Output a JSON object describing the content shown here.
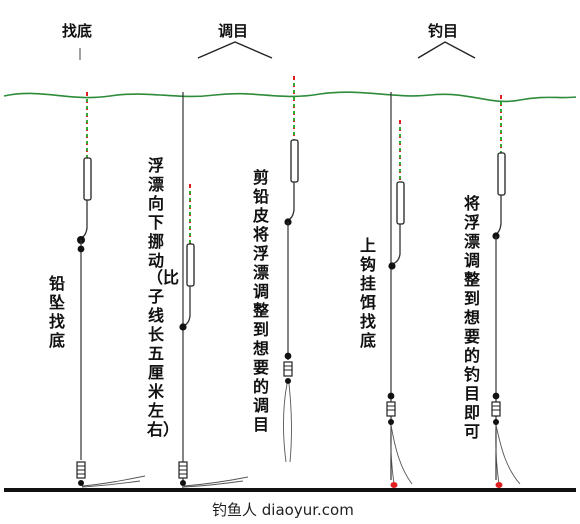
{
  "headers": {
    "find_bottom": "找底",
    "adjust_target": "调目",
    "fishing_target": "钓目"
  },
  "notes": {
    "sinker_find_bottom": "铅坠找底",
    "float_move_down": "浮漂向下挪动",
    "float_move_paren": "（比子线长五厘米左右）",
    "trim_lead": "剪铅皮将浮漂调整到想要的调目",
    "bait_find_bottom": "上钩挂饵找底",
    "adjust_to_target": "将浮漂调整到想要的钓目即可"
  },
  "watermark": "钓鱼人 diaoyur.com",
  "colors": {
    "water": "#2e8b3a",
    "float_red": "#e02020",
    "float_green": "#33aa33",
    "line": "#333333",
    "bait": "#e02020"
  }
}
